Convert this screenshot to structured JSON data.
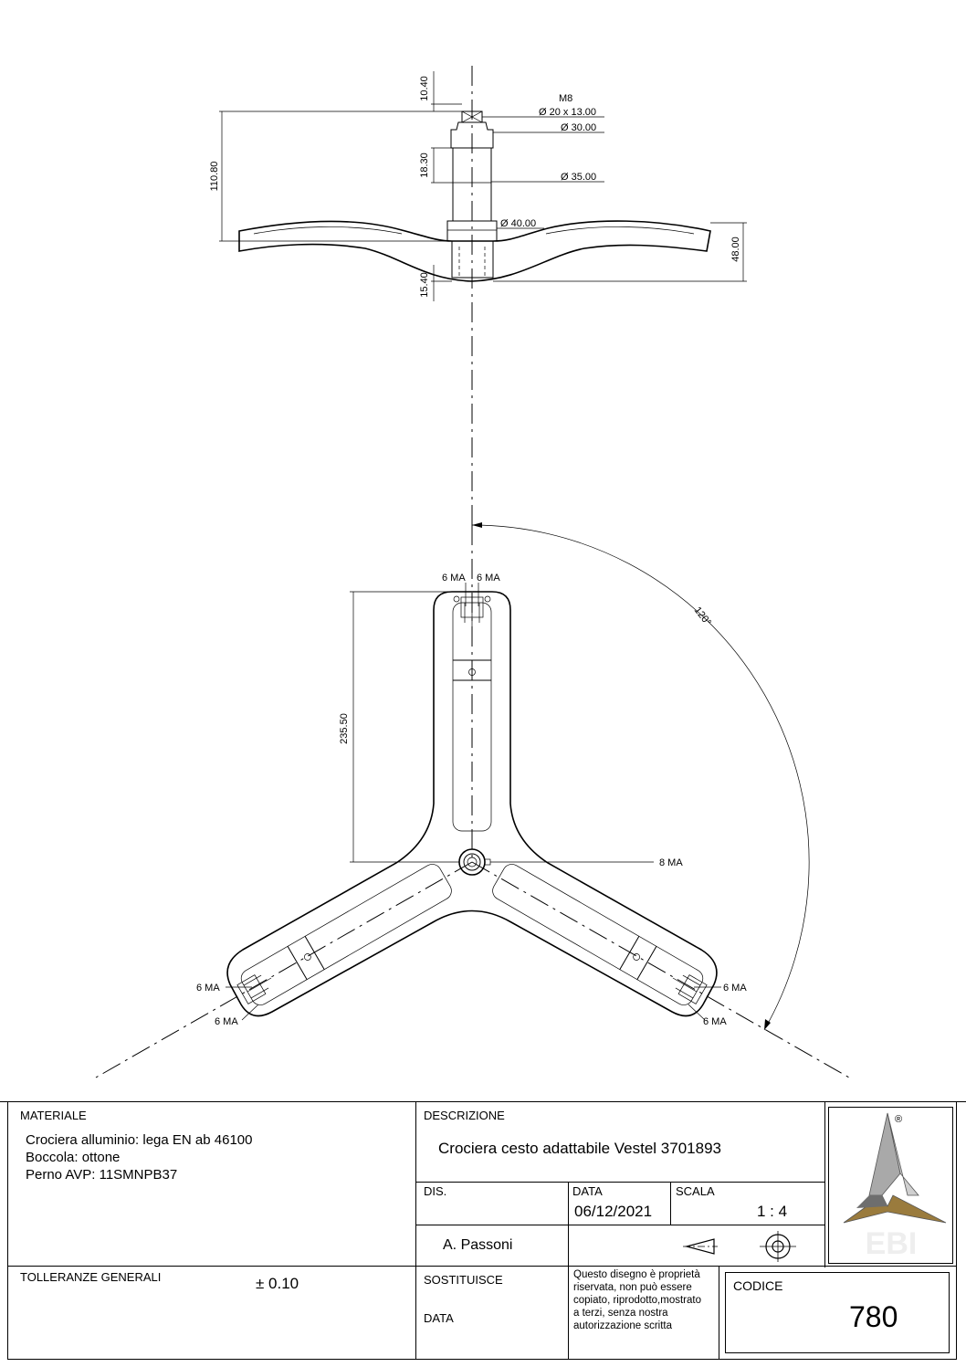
{
  "dimensions": {
    "thread": "M8",
    "d20": "Ø 20 x 13.00",
    "d30": "Ø 30.00",
    "d35": "Ø 35.00",
    "d40": "Ø 40.00",
    "h1040": "10.40",
    "h11080": "110.80",
    "h1830": "18.30",
    "h4800": "48.00",
    "h1540": "15.40",
    "len23550": "235.50",
    "angle": "120°",
    "hole8": "8 MA",
    "hole6": "6 MA"
  },
  "title_block": {
    "materiale_label": "MATERIALE",
    "materiale_lines": [
      "Crociera alluminio: lega EN ab 46100",
      "Boccola: ottone",
      "Perno AVP: 11SMNPB37"
    ],
    "descrizione_label": "DESCRIZIONE",
    "descrizione": "Crociera cesto adattabile Vestel 3701893",
    "dis_label": "DIS.",
    "data_label": "DATA",
    "data": "06/12/2021",
    "scala_label": "SCALA",
    "scala": "1 : 4",
    "author": "A. Passoni",
    "tolleranze_label": "TOLLERANZE GENERALI",
    "tolleranze": "± 0.10",
    "sostituisce_label": "SOSTITUISCE",
    "data2_label": "DATA",
    "notice_lines": [
      "Questo disegno è proprietà",
      "riservata, non può essere",
      "copiato, riprodotto,mostrato",
      "a terzi, senza nostra",
      "autorizzazione scritta"
    ],
    "codice_label": "CODICE",
    "codice": "780",
    "logo_text": "EBI",
    "registered": "®"
  }
}
